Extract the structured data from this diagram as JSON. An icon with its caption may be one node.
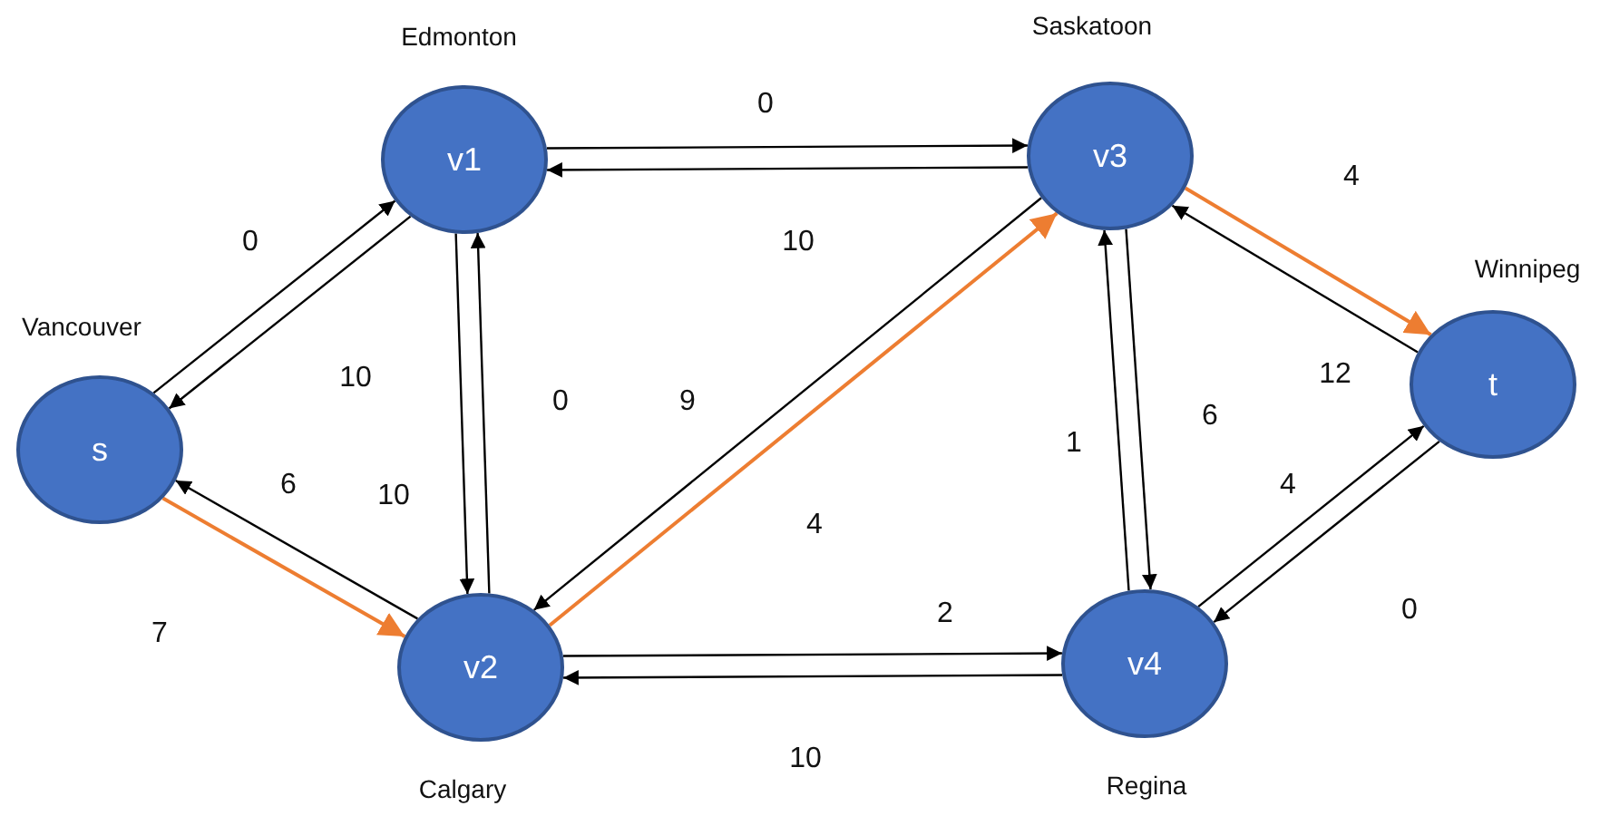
{
  "diagram": {
    "nodes": [
      {
        "text": [
          "s"
        ],
        "beside": [
          "Vancouver"
        ]
      },
      {
        "text": [
          "v1"
        ],
        "beside": [
          "Edmonton"
        ]
      },
      {
        "text": [
          "v2"
        ],
        "beside": [
          "Calgary"
        ]
      },
      {
        "text": [
          "v3"
        ],
        "beside": [
          "Saskatoon"
        ]
      },
      {
        "text": [
          "v4"
        ],
        "beside": [
          "Regina"
        ]
      },
      {
        "text": [
          "t"
        ],
        "beside": [
          "Winnipeg"
        ]
      }
    ],
    "edges": [
      {
        "from": 0,
        "to": 1,
        "arrow": "to",
        "label": "0"
      },
      {
        "from": 1,
        "to": 0,
        "arrow": "to",
        "label": "10"
      },
      {
        "from": 0,
        "to": 2,
        "arrow": "to",
        "label": "7",
        "color": "#ed7d31"
      },
      {
        "from": 2,
        "to": 0,
        "arrow": "to",
        "label": "6"
      },
      {
        "from": 1,
        "to": 3,
        "arrow": "to",
        "label": "0"
      },
      {
        "from": 3,
        "to": 1,
        "arrow": "to",
        "label": "10"
      },
      {
        "from": 1,
        "to": 2,
        "arrow": "to",
        "label": "10"
      },
      {
        "from": 2,
        "to": 1,
        "arrow": "to",
        "label": "0"
      },
      {
        "from": 3,
        "to": 2,
        "arrow": "to",
        "label": "9"
      },
      {
        "from": 2,
        "to": 3,
        "arrow": "to",
        "label": "4",
        "color": "#ed7d31"
      },
      {
        "from": 2,
        "to": 4,
        "arrow": "to",
        "label": "2"
      },
      {
        "from": 4,
        "to": 2,
        "arrow": "to",
        "label": "10"
      },
      {
        "from": 4,
        "to": 3,
        "arrow": "to",
        "label": "1"
      },
      {
        "from": 3,
        "to": 4,
        "arrow": "to",
        "label": "6"
      },
      {
        "from": 3,
        "to": 5,
        "arrow": "to",
        "label": "4",
        "color": "#ed7d31"
      },
      {
        "from": 5,
        "to": 3,
        "arrow": "to",
        "label": "12"
      },
      {
        "from": 4,
        "to": 5,
        "arrow": "to",
        "label": "4"
      },
      {
        "from": 5,
        "to": 4,
        "arrow": "to",
        "label": "0"
      }
    ]
  }
}
